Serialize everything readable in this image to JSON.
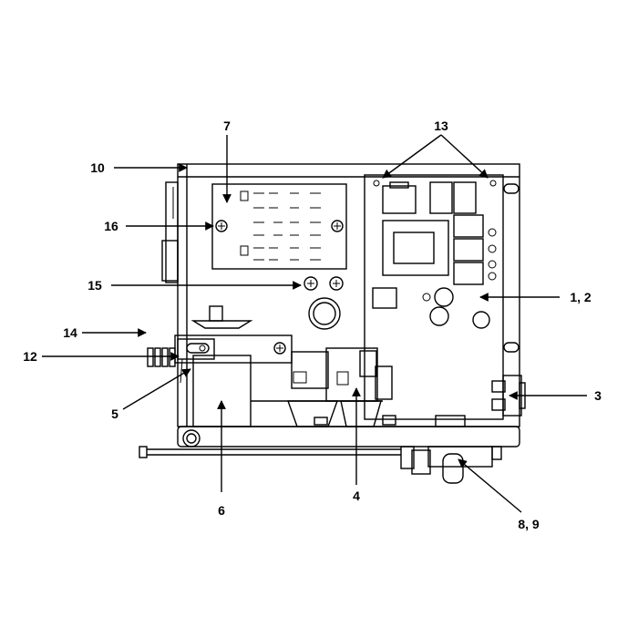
{
  "callouts": {
    "c7": "7",
    "c13": "13",
    "c10": "10",
    "c16": "16",
    "c15": "15",
    "c1_2": "1, 2",
    "c14": "14",
    "c12": "12",
    "c3": "3",
    "c5": "5",
    "c6": "6",
    "c4": "4",
    "c8_9": "8, 9"
  }
}
